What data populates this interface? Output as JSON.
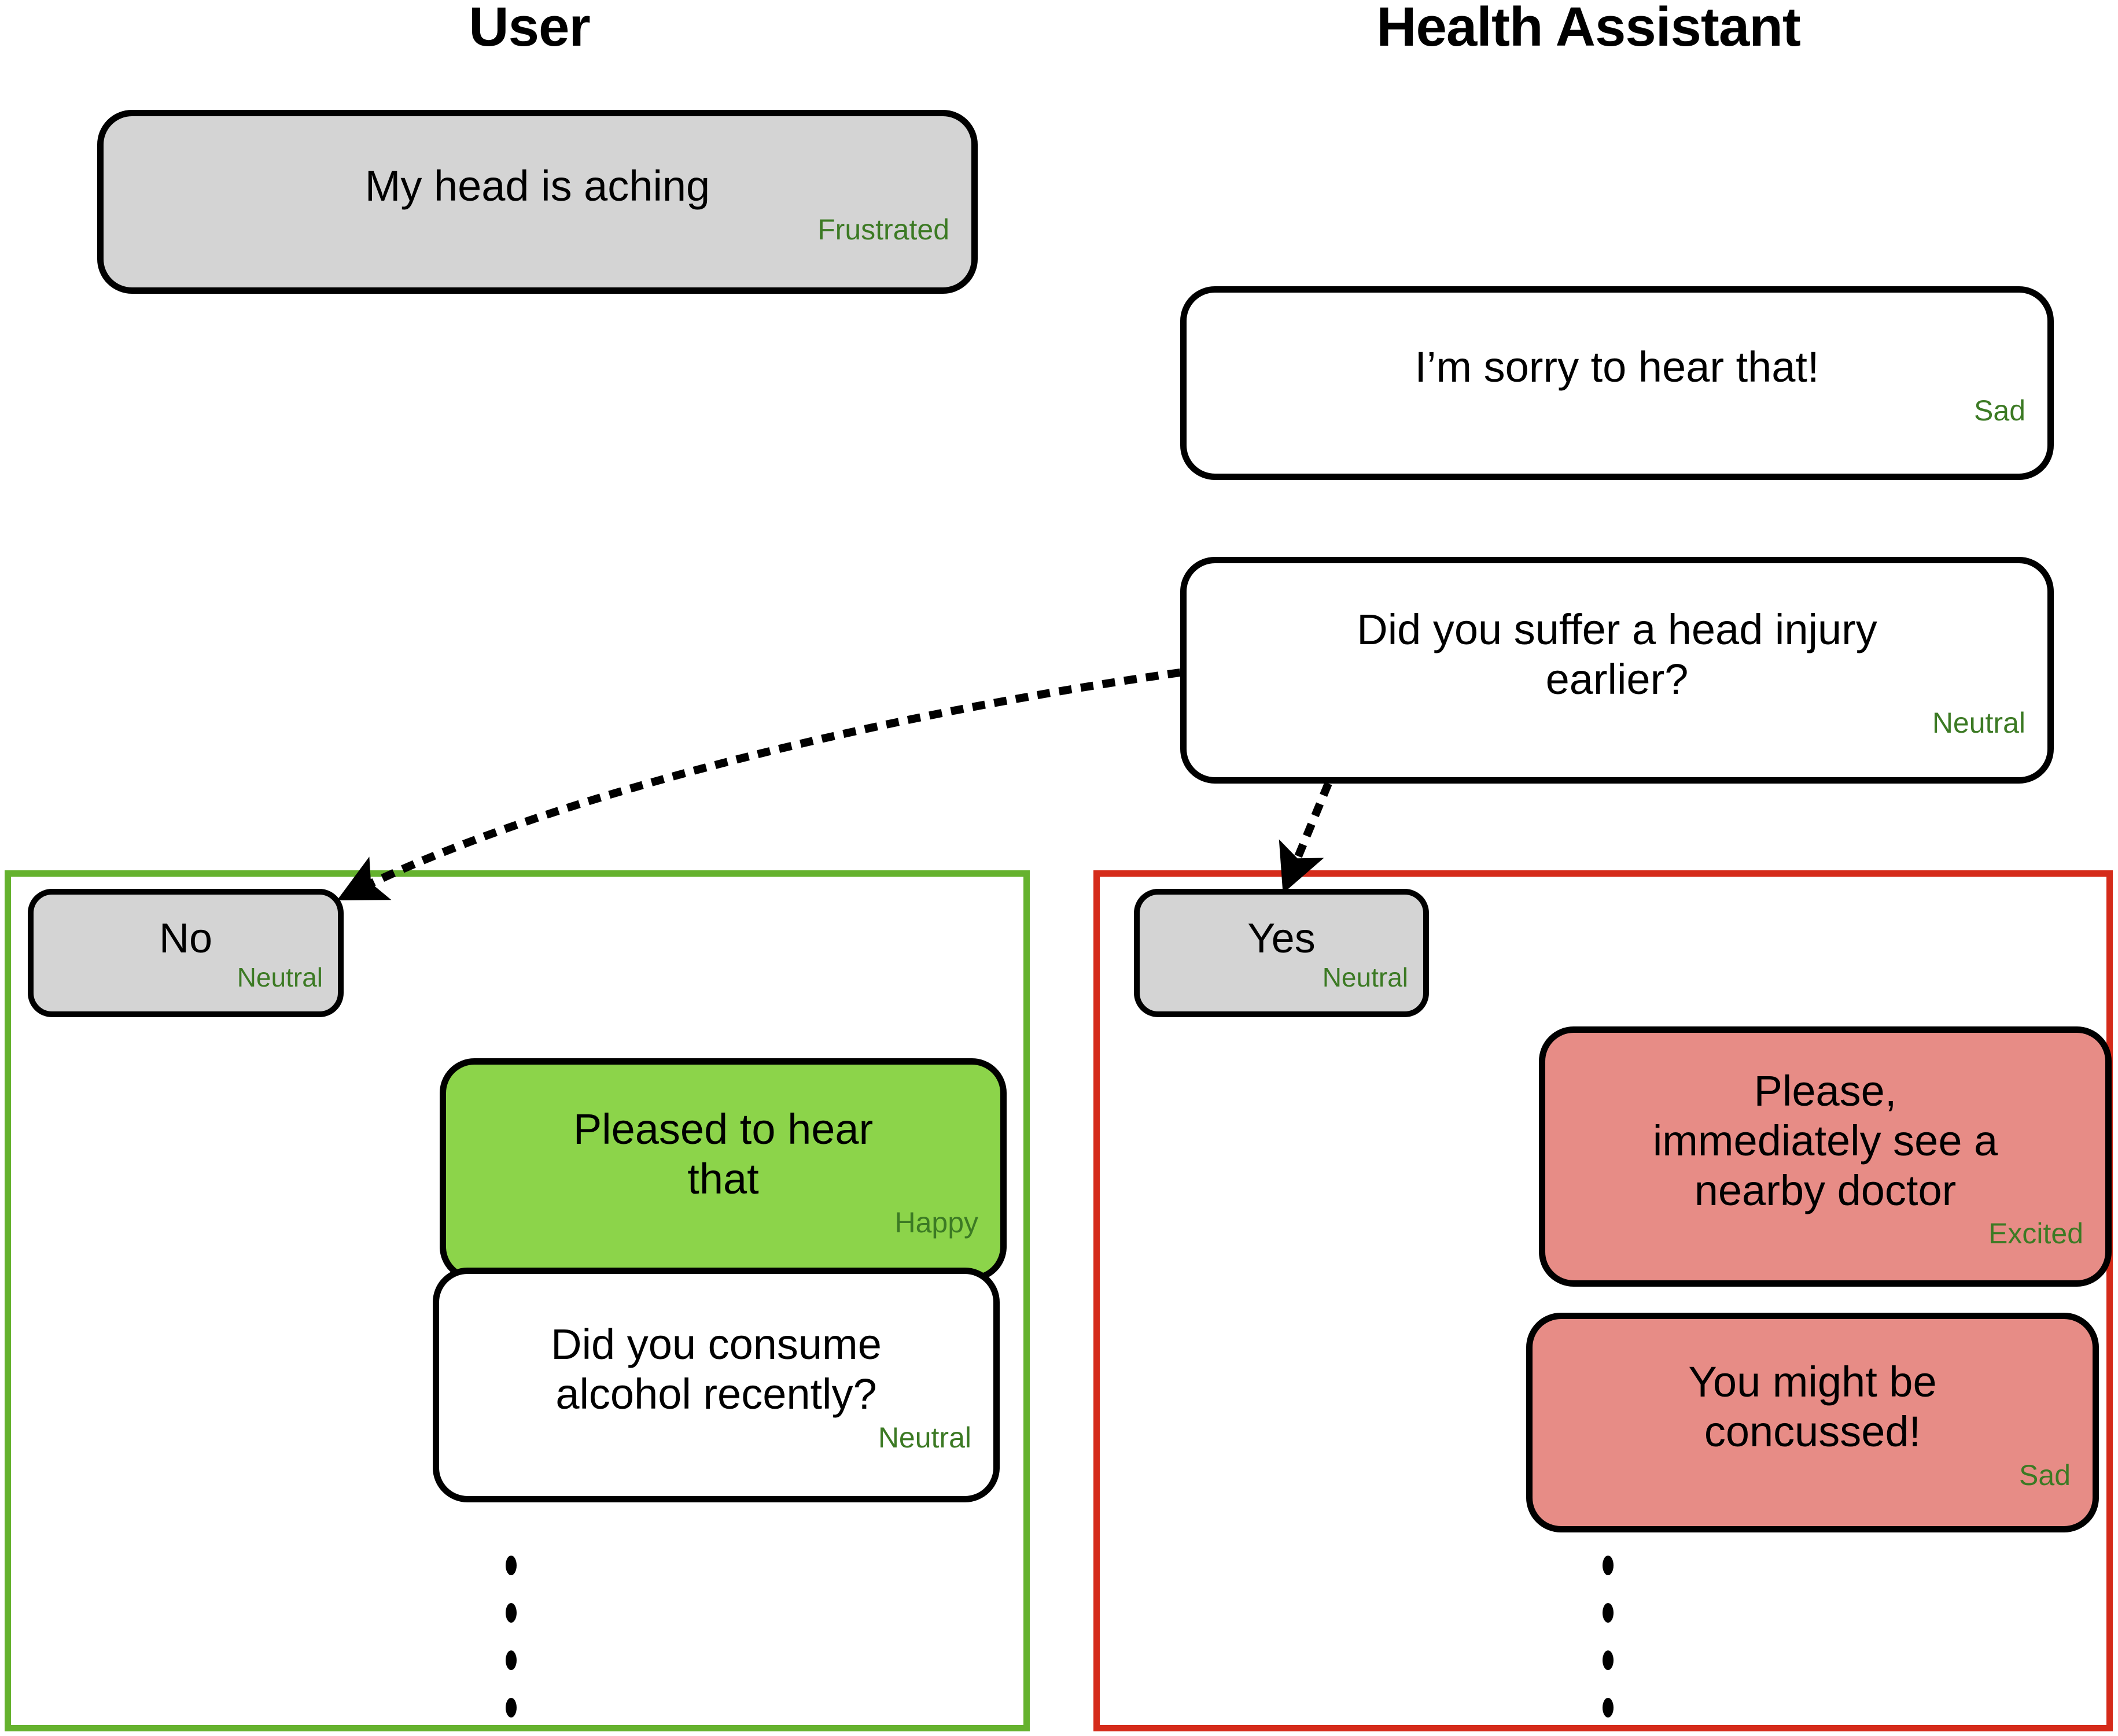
{
  "columns": [
    {
      "title": "User"
    },
    {
      "title": "Health Assistant"
    }
  ],
  "colors": {
    "emotion_text": "#3C7A24",
    "bubble_border": "#000000",
    "user_bubble_fill": "#d4d4d4",
    "assistant_bubble_fill": "#ffffff",
    "happy_bubble_fill": "#8CD44A",
    "alert_bubble_fill": "#E78C86",
    "no_branch_frame": "#65B22E",
    "yes_branch_frame": "#D52B1A"
  },
  "conversation": {
    "opening": {
      "user_message": {
        "text": "My head is aching",
        "emotion": "Frustrated"
      },
      "assistant_reply": {
        "text": "I’m sorry to hear that!",
        "emotion": "Sad"
      },
      "assistant_question": {
        "text": "Did you suffer a head injury\nearlier?",
        "emotion": "Neutral"
      }
    },
    "branches": [
      {
        "name": "no-branch",
        "answer": {
          "text": "No",
          "emotion": "Neutral"
        },
        "messages": [
          {
            "text": "Pleased to hear\nthat",
            "emotion": "Happy"
          },
          {
            "text": "Did you consume\nalcohol recently?",
            "emotion": "Neutral"
          }
        ],
        "continuation": "⋮"
      },
      {
        "name": "yes-branch",
        "answer": {
          "text": "Yes",
          "emotion": "Neutral"
        },
        "messages": [
          {
            "text": "Please,\nimmediately see a\nnearby doctor",
            "emotion": "Excited"
          },
          {
            "text": "You might be\nconcussed!",
            "emotion": "Sad"
          }
        ],
        "continuation": "⋮"
      }
    ]
  }
}
